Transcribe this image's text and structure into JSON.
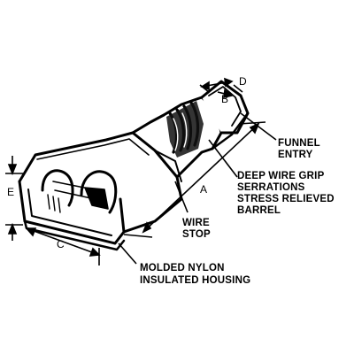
{
  "dimensions": {
    "a": "A",
    "b": "B",
    "c": "C",
    "d": "D",
    "e": "E"
  },
  "callouts": {
    "funnel_entry": [
      "FUNNEL",
      "ENTRY"
    ],
    "wire_grip": [
      "DEEP WIRE GRIP",
      "SERRATIONS",
      "STRESS RELIEVED",
      "BARREL"
    ],
    "wire_stop": [
      "WIRE",
      "STOP"
    ],
    "housing": [
      "MOLDED NYLON",
      "INSULATED HOUSING"
    ]
  }
}
